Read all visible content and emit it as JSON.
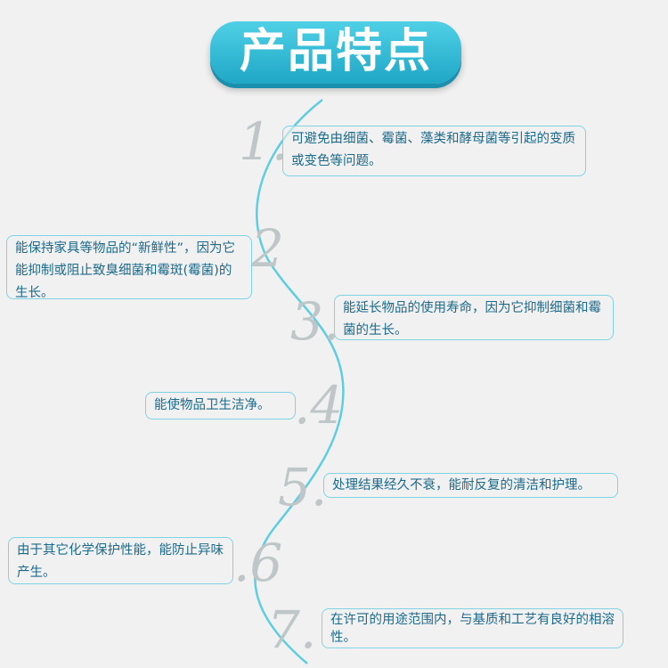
{
  "title": "产品特点",
  "features": [
    {
      "num": "1.",
      "text": "可避免由细菌、霉菌、藻类和酵母菌等引起的变质或变色等问题。"
    },
    {
      "num": "2",
      "text": "能保持家具等物品的“新鲜性”，因为它能抑制或阻止致臭细菌和霉斑(霉菌)的生长。"
    },
    {
      "num": "3.",
      "text": "能延长物品的使用寿命，因为它抑制细菌和霉菌的生长。"
    },
    {
      "num": ".4",
      "text": "能使物品卫生洁净。"
    },
    {
      "num": "5.",
      "text": "处理结果经久不衰，能耐反复的清洁和护理。"
    },
    {
      "num": ".6",
      "text": "由于其它化学保护性能，能防止异味产生。"
    },
    {
      "num": "7.",
      "text": "在许可的用途范围内，与基质和工艺有良好的相溶性。"
    }
  ],
  "colors": {
    "accent": "#1fa7c6",
    "text": "#1c6a8a",
    "line": "#5fcde0"
  }
}
